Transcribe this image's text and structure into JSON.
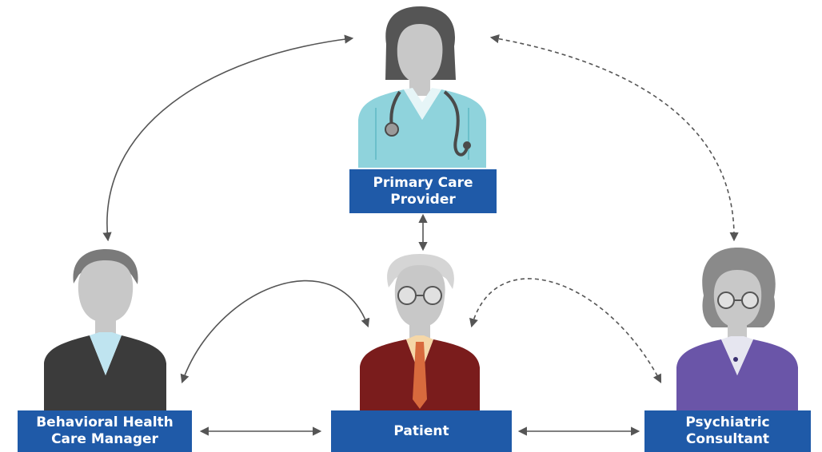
{
  "colors": {
    "label_bg": "#1f5aa8",
    "label_text": "#ffffff",
    "arrow": "#555555",
    "pcp_coat": "#8fd3dc",
    "patient_jacket": "#7a1c1c",
    "bhcm_jacket": "#3b3b3b",
    "psych_jacket": "#6a55a8",
    "skin": "#c8c8c8"
  },
  "nodes": {
    "primary_care": {
      "line1": "Primary Care",
      "line2": "Provider",
      "icon": "doctor-icon"
    },
    "patient": {
      "label": "Patient",
      "icon": "patient-icon"
    },
    "behavioral": {
      "line1": "Behavioral Health",
      "line2": "Care Manager",
      "icon": "care-manager-icon"
    },
    "psychiatric": {
      "line1": "Psychiatric",
      "line2": "Consultant",
      "icon": "psychiatrist-icon"
    }
  },
  "connections": [
    {
      "from": "behavioral",
      "to": "primary_care",
      "style": "solid",
      "bidirectional": true
    },
    {
      "from": "primary_care",
      "to": "psychiatric",
      "style": "dashed",
      "bidirectional": true
    },
    {
      "from": "primary_care",
      "to": "patient",
      "style": "solid",
      "bidirectional": true
    },
    {
      "from": "behavioral",
      "to": "patient",
      "style": "solid",
      "bidirectional": true
    },
    {
      "from": "patient",
      "to": "psychiatric",
      "style": "dashed",
      "bidirectional": true
    },
    {
      "from": "behavioral",
      "to": "patient",
      "style": "solid",
      "bidirectional": true,
      "level": "bottom"
    },
    {
      "from": "patient",
      "to": "psychiatric",
      "style": "solid",
      "bidirectional": true,
      "level": "bottom"
    }
  ]
}
